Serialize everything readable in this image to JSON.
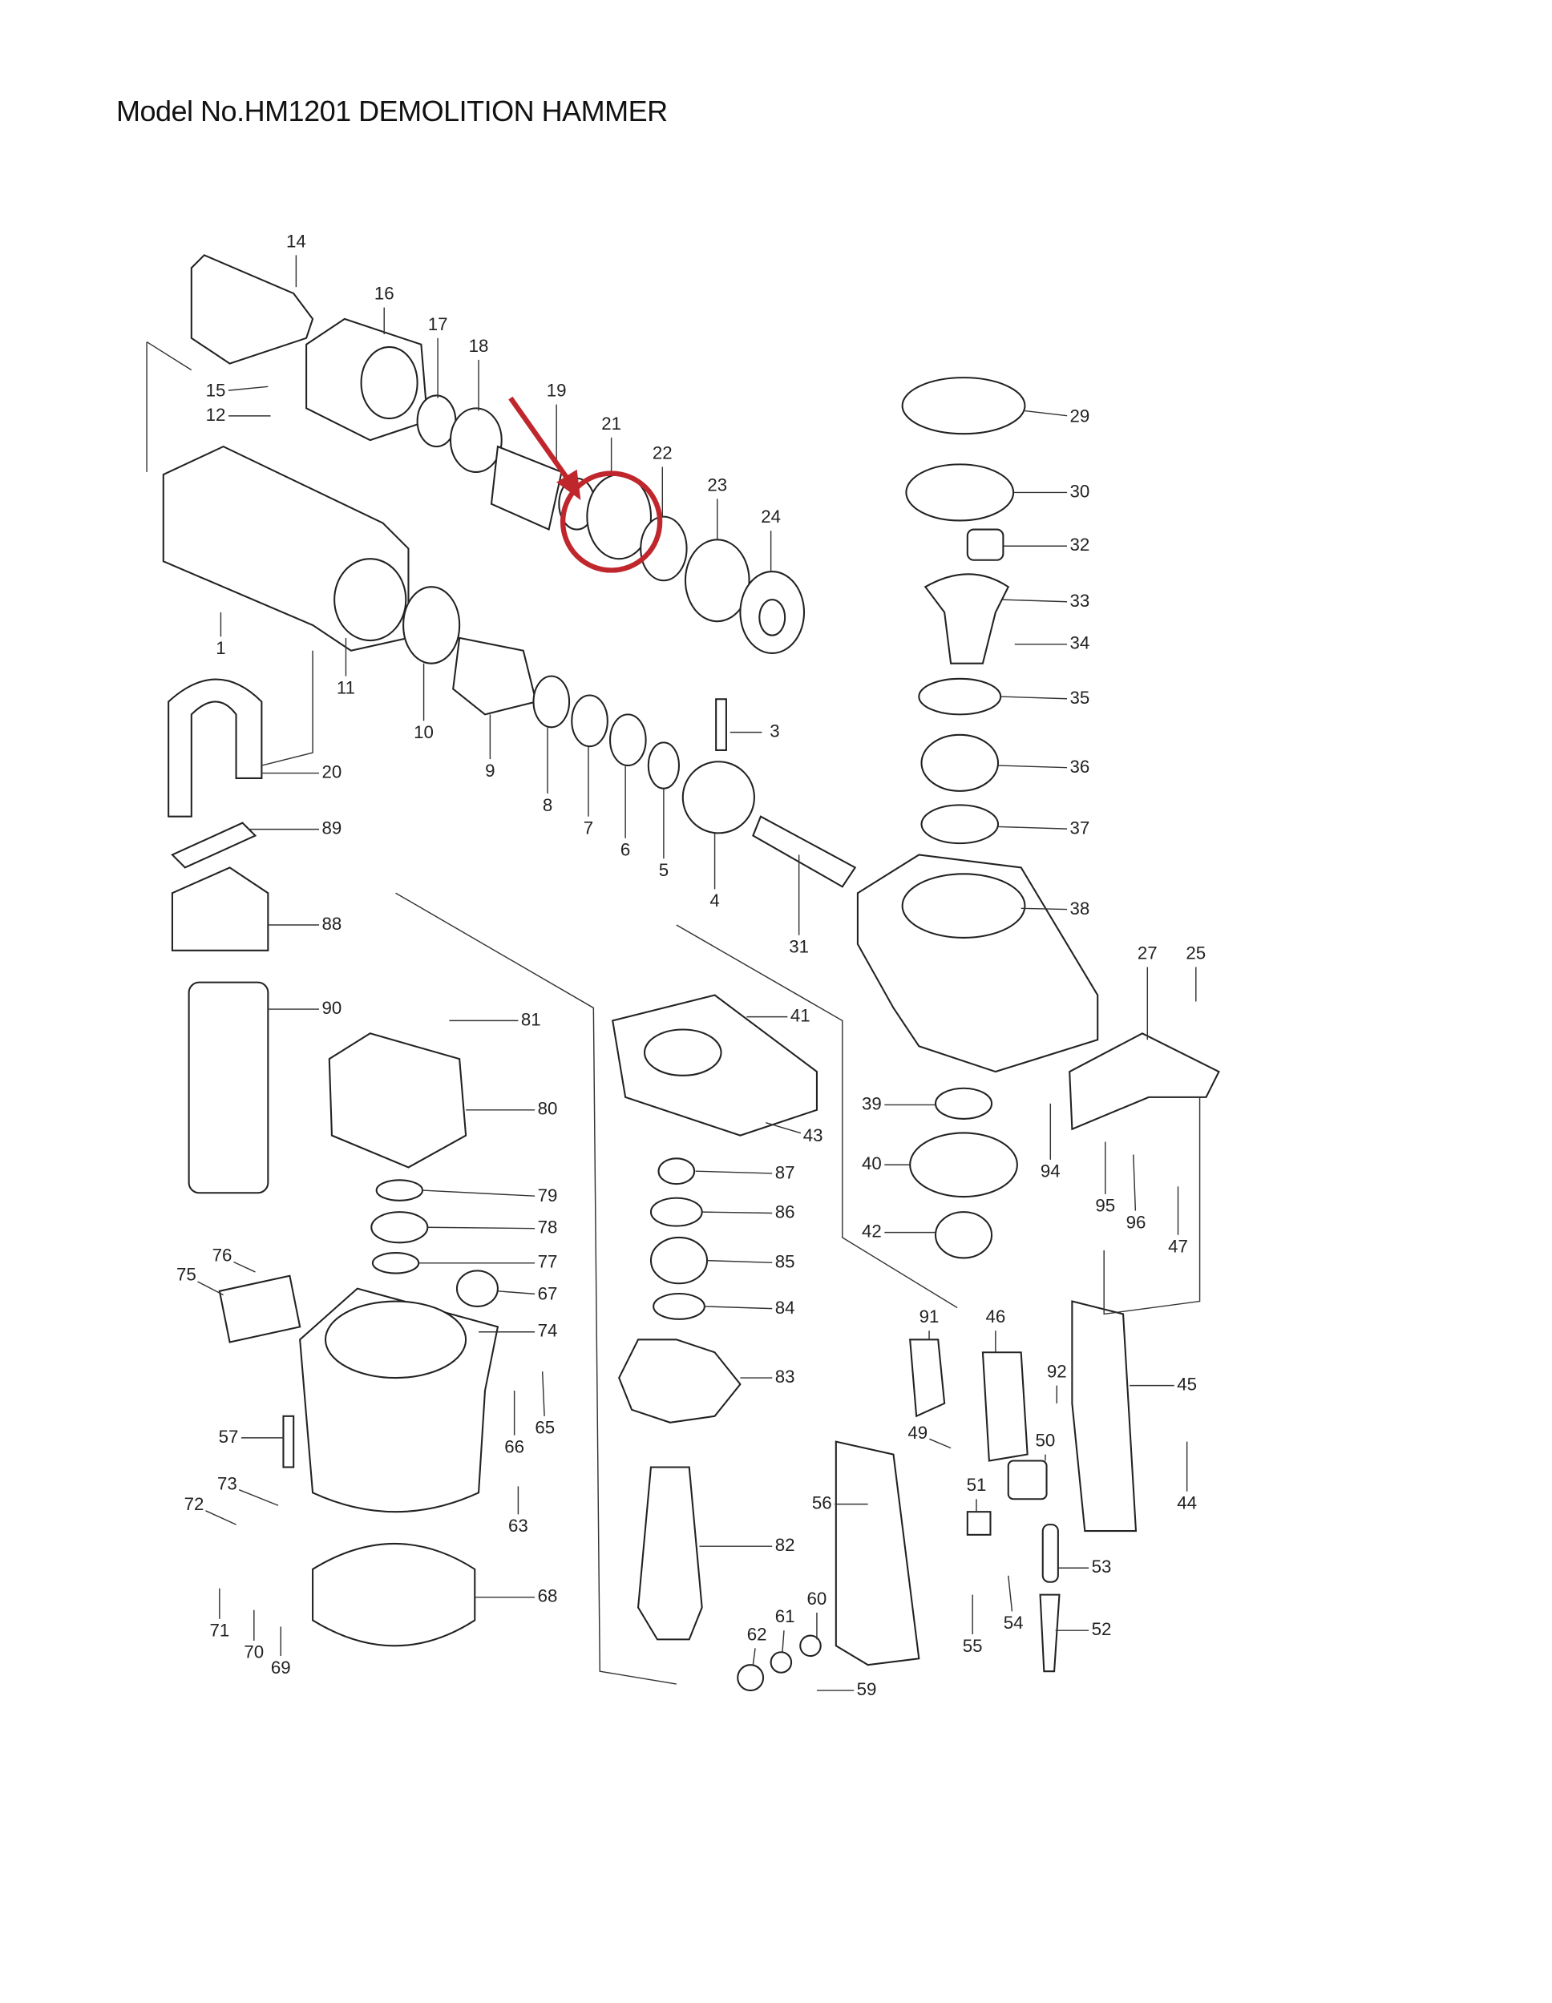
{
  "title": "Model No.HM1201 DEMOLITION HAMMER",
  "highlight_color": "#c0272d",
  "highlighted_part": "21",
  "part_labels": [
    "14",
    "16",
    "17",
    "18",
    "19",
    "21",
    "22",
    "23",
    "24",
    "29",
    "30",
    "32",
    "33",
    "34",
    "35",
    "36",
    "37",
    "38",
    "15",
    "12",
    "1",
    "11",
    "10",
    "9",
    "8",
    "7",
    "6",
    "5",
    "4",
    "3",
    "31",
    "20",
    "89",
    "88",
    "90",
    "81",
    "41",
    "80",
    "43",
    "27",
    "25",
    "39",
    "40",
    "42",
    "94",
    "95",
    "96",
    "47",
    "87",
    "86",
    "85",
    "84",
    "83",
    "79",
    "78",
    "77",
    "67",
    "74",
    "76",
    "75",
    "65",
    "66",
    "57",
    "73",
    "72",
    "63",
    "68",
    "71",
    "70",
    "69",
    "82",
    "91",
    "46",
    "92",
    "45",
    "49",
    "50",
    "51",
    "44",
    "56",
    "53",
    "60",
    "61",
    "62",
    "54",
    "55",
    "52",
    "59"
  ]
}
